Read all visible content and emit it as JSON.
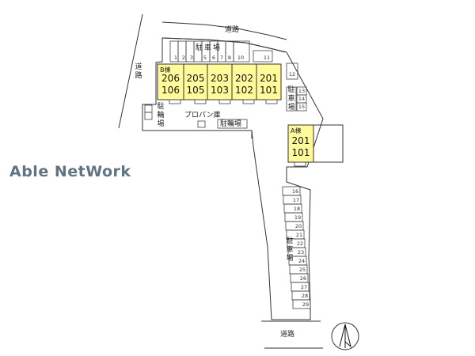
{
  "watermark": "Able NetWork",
  "roads": {
    "top": "道路",
    "left": "道路",
    "bottom": "道路"
  },
  "parking": {
    "top_label": "駐車場",
    "top_slots": [
      "1",
      "2",
      "3",
      "5",
      "6",
      "7",
      "8",
      "10",
      "11"
    ],
    "right_label": "駐車場",
    "right_slots": [
      "12",
      "13",
      "14",
      "15"
    ],
    "bottom_label": "駐車場",
    "bottom_slots": [
      "16",
      "17",
      "18",
      "19",
      "20",
      "21",
      "22",
      "23",
      "24",
      "25",
      "26",
      "27",
      "28",
      "29"
    ]
  },
  "bike_parking": {
    "left": "駐輪場",
    "center": "駐輪場"
  },
  "propane": "プロパン庫",
  "building_b": {
    "name": "B棟",
    "units": [
      {
        "upper": "206",
        "lower": "106"
      },
      {
        "upper": "205",
        "lower": "105"
      },
      {
        "upper": "203",
        "lower": "103"
      },
      {
        "upper": "202",
        "lower": "102"
      },
      {
        "upper": "201",
        "lower": "101"
      }
    ]
  },
  "building_a": {
    "name": "A棟",
    "upper": "201",
    "lower": "101"
  },
  "colors": {
    "unit_fill": "#fffb9a",
    "outline": "#333333",
    "watermark": "#5f7482"
  },
  "icons": {
    "north": "north-arrow-icon"
  }
}
